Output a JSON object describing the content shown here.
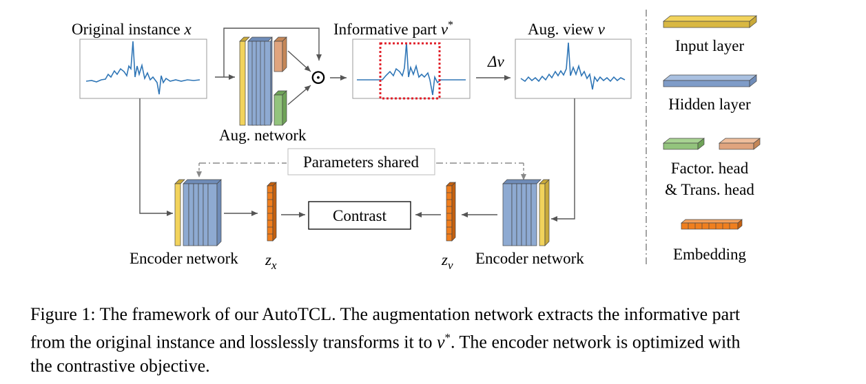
{
  "labels": {
    "original_instance": "Original instance",
    "original_symbol": "x",
    "informative_part": "Informative part",
    "informative_symbol": "v",
    "informative_sup": "*",
    "aug_view": "Aug. view",
    "aug_view_symbol": "v",
    "delta_v": "Δv",
    "odot": "⊙",
    "aug_network": "Aug. network",
    "parameters_shared": "Parameters shared",
    "contrast": "Contrast",
    "encoder_left": "Encoder network",
    "encoder_right": "Encoder network",
    "zx_base": "z",
    "zx_sub": "x",
    "zv_base": "z",
    "zv_sub": "v"
  },
  "legend": {
    "input_layer": "Input layer",
    "hidden_layer": "Hidden layer",
    "factor_head": "Factor. head",
    "trans_head": "& Trans. head",
    "embedding": "Embedding"
  },
  "colors": {
    "input_layer": "#f2d35c",
    "hidden_layer": "#8eaad2",
    "factor_head": "#93c47d",
    "trans_head": "#e0a47e",
    "embedding": "#f07f1e",
    "signal": "#2e75b6",
    "highlight": "#e0202a",
    "arrow": "#555555"
  },
  "caption": {
    "line1": "Figure 1: The framework of our AutoTCL. The augmentation network extracts the informative part",
    "line2_a": "from the original instance and losslessly transforms it to ",
    "line2_sym": "v",
    "line2_sup": "*",
    "line2_b": ". The encoder network is optimized with",
    "line3": "the contrastive objective."
  }
}
